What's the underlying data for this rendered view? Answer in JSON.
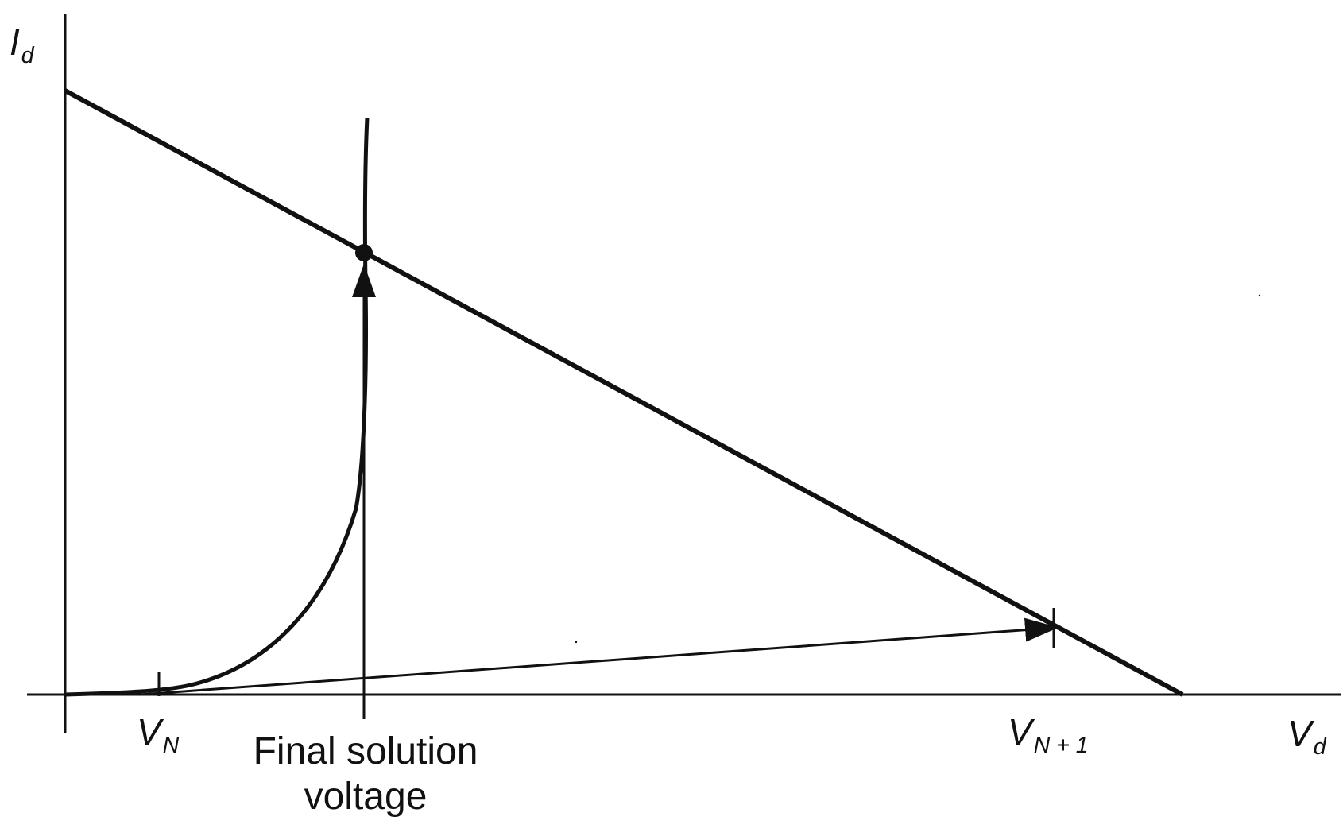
{
  "labels": {
    "y_axis_main": "I",
    "y_axis_sub": "d",
    "x_axis_main": "V",
    "x_axis_sub": "d",
    "vn_main": "V",
    "vn_sub": "N",
    "vn1_main": "V",
    "vn1_sub": "N + 1",
    "final_line1": "Final solution",
    "final_line2": "voltage"
  },
  "colors": {
    "ink": "#111111",
    "background": "#ffffff"
  }
}
